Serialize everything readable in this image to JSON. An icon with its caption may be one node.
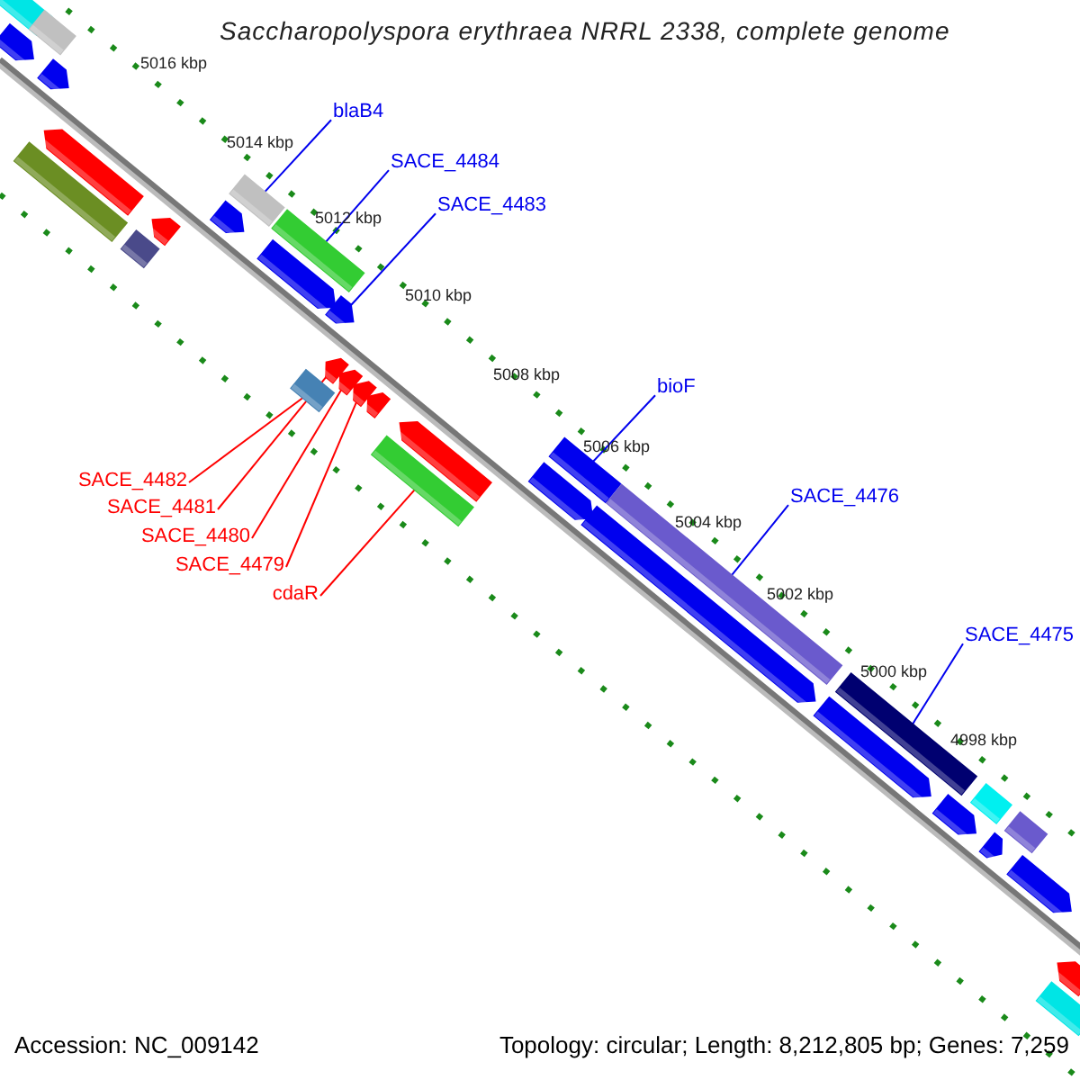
{
  "diagram": {
    "title": "Saccharopolyspora erythraea NRRL 2338, complete genome",
    "nodes": [
      {
        "text": [
          "blaB4"
        ]
      },
      {
        "text": [
          "SACE_4484"
        ]
      },
      {
        "text": [
          "SACE_4483"
        ]
      },
      {
        "text": [
          "SACE_4482"
        ]
      },
      {
        "text": [
          "SACE_4481"
        ]
      },
      {
        "text": [
          "SACE_4480"
        ]
      },
      {
        "text": [
          "SACE_4479"
        ]
      },
      {
        "text": [
          "cdaR"
        ]
      },
      {
        "text": [
          "bioF"
        ]
      },
      {
        "text": [
          "SACE_4476"
        ]
      },
      {
        "text": [
          "SACE_4475"
        ]
      },
      {
        "text": [],
        "shape": "box"
      },
      {
        "text": [],
        "shape": "arrow"
      },
      {
        "text": [],
        "shape": "box"
      },
      {
        "text": [],
        "shape": "arrow"
      },
      {
        "text": [],
        "shape": "arrow"
      },
      {
        "text": [],
        "shape": "box"
      },
      {
        "text": [],
        "shape": "box"
      },
      {
        "text": [],
        "shape": "arrow"
      },
      {
        "text": [],
        "shape": "arrow"
      },
      {
        "text": [],
        "shape": "box"
      },
      {
        "text": [],
        "shape": "box"
      },
      {
        "text": [],
        "shape": "arrow"
      },
      {
        "text": [],
        "shape": "arrow"
      },
      {
        "text": [],
        "shape": "box"
      },
      {
        "text": [],
        "shape": "arrow"
      },
      {
        "text": [],
        "shape": "arrow"
      },
      {
        "text": [],
        "shape": "arrow"
      },
      {
        "text": [],
        "shape": "arrow"
      },
      {
        "text": [],
        "shape": "arrow"
      },
      {
        "text": [],
        "shape": "box"
      },
      {
        "text": [],
        "shape": "box"
      },
      {
        "text": [],
        "shape": "arrow"
      },
      {
        "text": [],
        "shape": "box"
      },
      {
        "text": [],
        "shape": "arrow"
      },
      {
        "text": [],
        "shape": "arrow"
      },
      {
        "text": [],
        "shape": "box"
      },
      {
        "text": [],
        "shape": "arrow"
      },
      {
        "text": [],
        "shape": "box"
      },
      {
        "text": [],
        "shape": "arrow"
      },
      {
        "text": [],
        "shape": "box"
      },
      {
        "text": [],
        "shape": "arrow"
      },
      {
        "text": [],
        "shape": "arrow"
      },
      {
        "text": [],
        "shape": "box"
      }
    ],
    "edges": [
      {
        "from": 0,
        "to": 20,
        "arrow": "none"
      },
      {
        "from": 1,
        "to": 21,
        "arrow": "none"
      },
      {
        "from": 2,
        "to": 23,
        "arrow": "none"
      },
      {
        "from": 3,
        "to": 24,
        "arrow": "none",
        "color": "#ff0000"
      },
      {
        "from": 4,
        "to": 25,
        "arrow": "none",
        "color": "#ff0000"
      },
      {
        "from": 5,
        "to": 26,
        "arrow": "none",
        "color": "#ff0000"
      },
      {
        "from": 6,
        "to": 27,
        "arrow": "none",
        "color": "#ff0000"
      },
      {
        "from": 7,
        "to": 30,
        "arrow": "none",
        "color": "#ff0000"
      },
      {
        "from": 8,
        "to": 31,
        "arrow": "none"
      },
      {
        "from": 9,
        "to": 33,
        "arrow": "none"
      },
      {
        "from": 10,
        "to": 36,
        "arrow": "none"
      }
    ],
    "labels": [
      "5016 kbp",
      "5014 kbp",
      "5012 kbp",
      "5010 kbp",
      "5008 kbp",
      "5006 kbp",
      "5004 kbp",
      "5002 kbp",
      "5000 kbp",
      "4998 kbp",
      "Accession: NC_009142",
      "Topology: circular; Length: 8,212,805 bp; Genes: 7,259"
    ]
  }
}
